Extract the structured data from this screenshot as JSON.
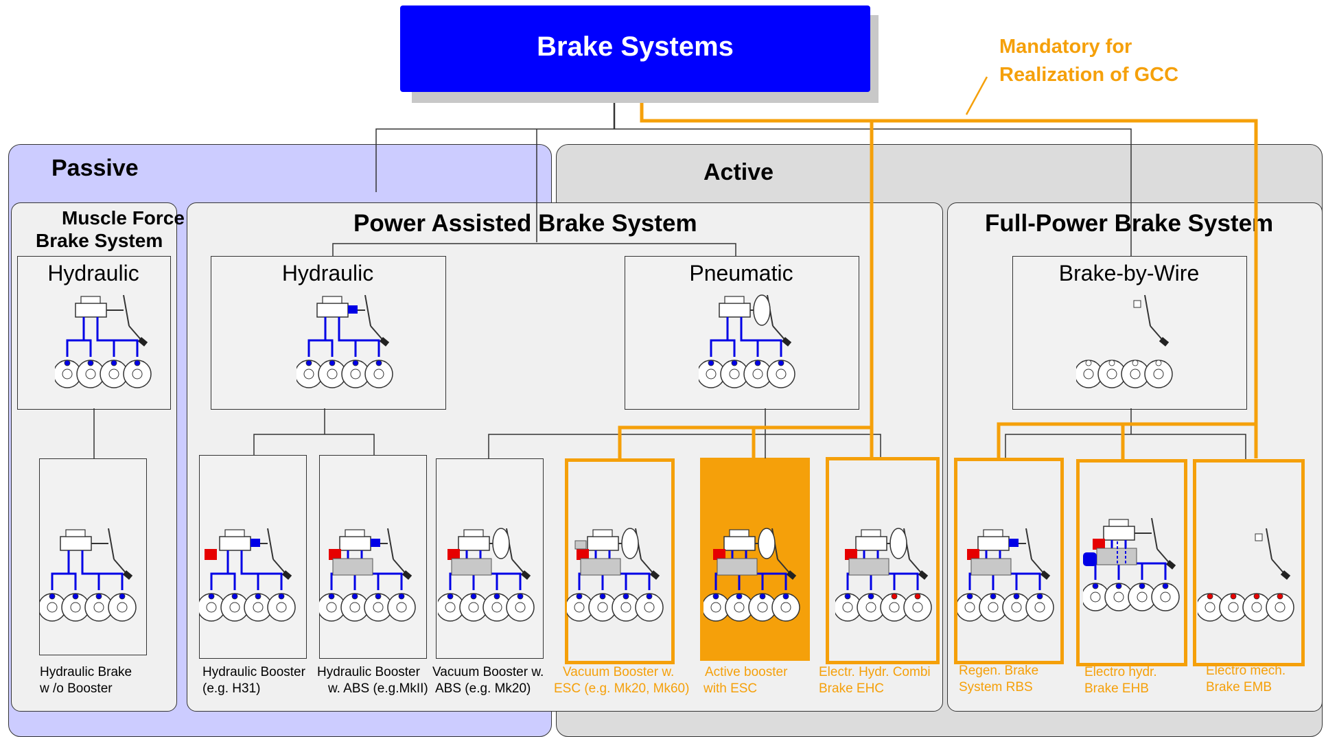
{
  "title": "Brake Systems",
  "mandatory_note": {
    "line1": "Mandatory for",
    "line2": "Realization of GCC"
  },
  "groups": {
    "passive": "Passive",
    "active": "Active"
  },
  "categories": {
    "muscle_line1": "Muscle Force",
    "muscle_line2": "Brake System",
    "power_assisted": "Power Assisted Brake System",
    "full_power": "Full-Power Brake System"
  },
  "subtypes": {
    "muscle_hydraulic": "Hydraulic",
    "pab_hydraulic": "Hydraulic",
    "pab_pneumatic": "Pneumatic",
    "brake_by_wire": "Brake-by-Wire"
  },
  "variants": [
    {
      "line1": "Hydraulic Brake",
      "line2": "w /o Booster"
    },
    {
      "line1": "Hydraulic Booster",
      "line2": "(e.g. H31)"
    },
    {
      "line1": "Hydraulic Booster",
      "line2": "w. ABS (e.g.MkII)"
    },
    {
      "line1": "Vacuum Booster w.",
      "line2": "ABS (e.g. Mk20)"
    },
    {
      "line1": "Vacuum Booster w.",
      "line2": "ESC (e.g. Mk20, Mk60)"
    },
    {
      "line1": "Active booster",
      "line2": "with ESC"
    },
    {
      "line1": "Electr. Hydr. Combi",
      "line2": "Brake EHC"
    },
    {
      "line1": "Regen. Brake",
      "line2": "System RBS"
    },
    {
      "line1": "Electro hydr.",
      "line2": "Brake EHB"
    },
    {
      "line1": "Electro mech.",
      "line2": "Brake EMB"
    }
  ],
  "colors": {
    "title_bg": "#0000ff",
    "mandatory": "#f5a00a",
    "passive_bg": "#ccccff",
    "active_bg": "#dcdcdc",
    "pipe": "#0000e6",
    "module": "#e60000"
  }
}
